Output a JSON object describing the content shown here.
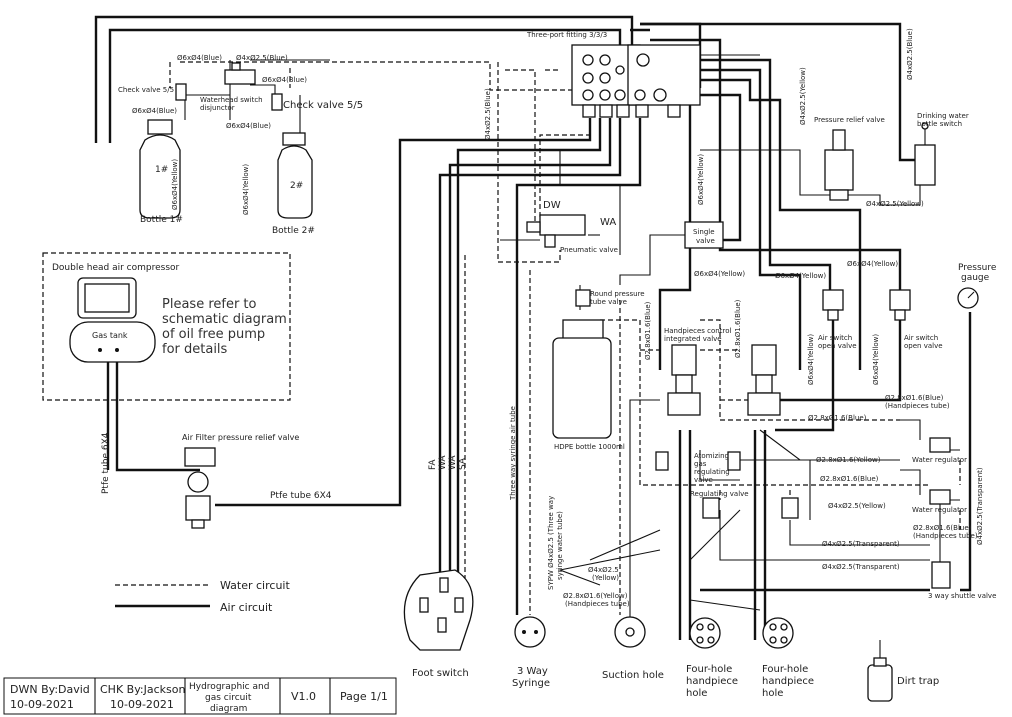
{
  "components": {
    "bottle1": {
      "name": "Bottle 1#",
      "number": "1#"
    },
    "bottle2": {
      "name": "Bottle 2#",
      "number": "2#"
    },
    "check_valve_left": "Check valve 5/5",
    "check_valve_right": "Check valve 5/5",
    "waterhead_switch": [
      "Waterhead switch",
      "disjunctor"
    ],
    "compressor": "Double head air compressor",
    "gas_tank": "Gas tank",
    "compressor_note": [
      "Please refer to",
      "schematic diagram",
      "of oil free pump",
      "for details"
    ],
    "air_filter": "Air Filter pressure relief valve",
    "three_port": "Three-port fitting 3/3/3",
    "pneumatic_valve": "Pneumatic valve",
    "dw": "DW",
    "wa": "WA",
    "single_valve": [
      "Single",
      "valve"
    ],
    "pressure_relief": "Pressure relief valve",
    "drinking_switch": [
      "Drinking water",
      "bottle switch"
    ],
    "round_pressure": [
      "Round pressure",
      "tube valve"
    ],
    "hdpe_bottle": "HDPE bottle 1000ml",
    "handpieces_control": [
      "Handpieces control",
      "integrated valve"
    ],
    "air_switch_1": [
      "Air switch",
      "open valve"
    ],
    "air_switch_2": [
      "Air switch",
      "open valve"
    ],
    "pressure_gauge": [
      "Pressure",
      "gauge"
    ],
    "atomizing_valve": [
      "Atomizing",
      "gas",
      "regulating",
      "valve"
    ],
    "regulating_valve": "Regulating valve",
    "water_regulator_1": "Water regulator",
    "water_regulator_2": "Water regulator",
    "shuttle_valve": "3 way shuttle valve",
    "foot_switch": "Foot switch",
    "three_way_syringe": [
      "3 Way",
      "Syringe"
    ],
    "suction_hole": "Suction hole",
    "four_hole_1": [
      "Four-hole",
      "handpiece",
      "hole"
    ],
    "four_hole_2": [
      "Four-hole",
      "handpiece",
      "hole"
    ],
    "dirt_trap": "Dirt trap",
    "foot_ports": [
      "FA",
      "WA",
      "WA",
      "SA"
    ]
  },
  "tubes": {
    "t6x4_blue_a": "Ø6xØ4(Blue)",
    "t4x25_blue": "Ø4xØ2.5(Blue)",
    "t6x4_blue_b": "Ø6xØ4(Blue)",
    "t6x4_blue_c": "Ø6xØ4(Blue)",
    "t6x4_blue_d": "Ø6xØ4(Blue)",
    "t6x4_yellow_b1": "Ø6xØ4(Yellow)",
    "t6x4_yellow_b2": "Ø6xØ4(Yellow)",
    "t4x25_blue_v": "Ø4xØ2.5(Blue)",
    "t6x4_yellow_mid": "Ø6xØ4(Yellow)",
    "t4x25_yellow_top": "Ø4xØ2.5(Yellow)",
    "t4x25_blue_top": "Ø4xØ2.5(Blue)",
    "t4x25_yellow_pr": "Ø4xØ2.5(Yellow)",
    "t6x4_yellow_sv": "Ø6xØ4(Yellow)",
    "t6x4_yellow_as1": "Ø6xØ4(Yellow)",
    "t6x4_yellow_as2": "Ø6xØ4(Yellow)",
    "t6x4_yellow_v1": "Ø6xØ4(Yellow)",
    "t6x4_yellow_v2": "Ø6xØ4(Yellow)",
    "t28_blue_a": "Ø2.8xØ1.6(Blue)",
    "t28_blue_b": "Ø2.8xØ1.6(Blue)",
    "t28_blue_c": "Ø2.8xØ1.6(Blue)",
    "t28_blue_d": "Ø2.8xØ1.6(Blue)",
    "t28_hand_a": [
      "Ø2.8xØ1.6(Blue)",
      "(Handpieces tube)"
    ],
    "t28_hand_b": [
      "Ø2.8xØ1.6(Blue)",
      "(Handpieces tube)"
    ],
    "t28_yellow": "Ø2.8xØ1.6(Yellow)",
    "t28_yellow_hand": [
      "Ø2.8xØ1.6(Yellow)",
      "(Handpieces tube)"
    ],
    "t4x25_yellow_r": "Ø4xØ2.5(Yellow)",
    "t4x25_trans_a": "Ø4xØ2.5(Transparent)",
    "t4x25_trans_b": "Ø4xØ2.5(Transparent)",
    "t4x25_trans_v": "Ø4xØ2.5(Transparent)",
    "t4x25_yellow_lbl": [
      "Ø4xØ2.5",
      "(Yellow)"
    ],
    "syringe_tube": "Three way syringe air tube",
    "syringe_water": [
      "SYPW Ø4xØ2.5 (Three way",
      "syringe water tube)"
    ],
    "ptfe_v": "Ptfe tube 6X4",
    "ptfe_h": "Ptfe tube 6X4"
  },
  "legend": {
    "water": "Water circuit",
    "air": "Air circuit"
  },
  "title_block": {
    "drawn": [
      "DWN By:David",
      "10-09-2021"
    ],
    "checked": [
      "CHK By:Jackson",
      "10-09-2021"
    ],
    "title": [
      "Hydrographic and",
      "gas circuit",
      "diagram"
    ],
    "version": "V1.0",
    "page": "Page 1/1"
  }
}
